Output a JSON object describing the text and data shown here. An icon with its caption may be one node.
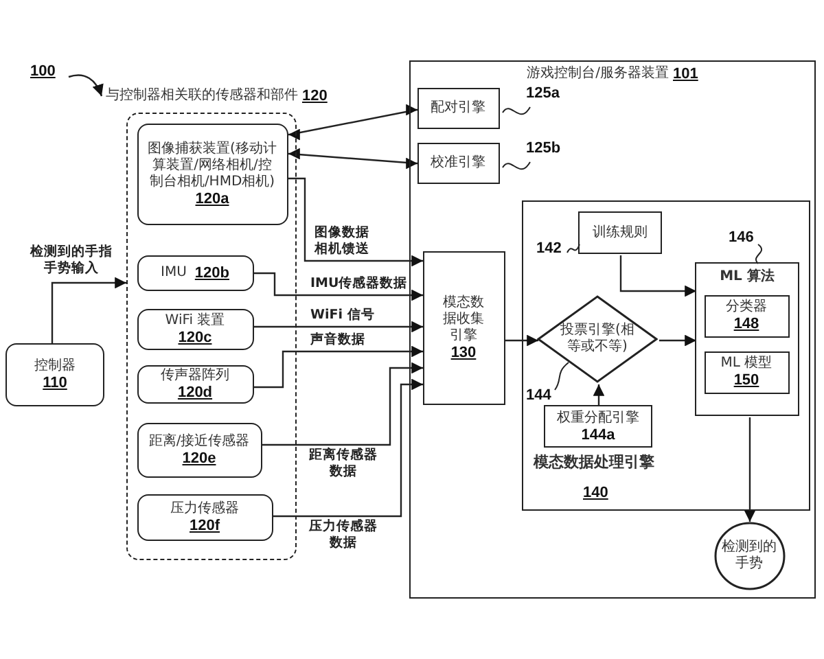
{
  "diagram": {
    "nodes": [
      {
        "text": [
          "与控制器相关联的传感器和部件",
          "120"
        ]
      },
      {
        "text": [
          "图像捕获装置(移动计算装置/网络相机/控制台相机/HMD相机)",
          "120a"
        ],
        "in": 0
      },
      {
        "text": [
          "IMU",
          "120b"
        ],
        "in": 0
      },
      {
        "text": [
          "WiFi 装置",
          "120c"
        ],
        "in": 0
      },
      {
        "text": [
          "传声器阵列",
          "120d"
        ],
        "in": 0
      },
      {
        "text": [
          "距离/接近传感器",
          "120e"
        ],
        "in": 0
      },
      {
        "text": [
          "压力传感器",
          "120f"
        ],
        "in": 0
      },
      {
        "text": [
          "控制器",
          "110"
        ]
      },
      {
        "text": [
          "游戏控制台/服务器装置",
          "101"
        ]
      },
      {
        "text": [
          "配对引擎"
        ],
        "in": 8,
        "beside": [
          "125a"
        ]
      },
      {
        "text": [
          "校准引擎"
        ],
        "in": 8,
        "beside": [
          "125b"
        ]
      },
      {
        "text": [
          "模态数据收集引擎",
          "130"
        ],
        "in": 8
      },
      {
        "text": [
          "模态数据处理引擎",
          "140"
        ],
        "in": 8
      },
      {
        "text": [
          "训练规则"
        ],
        "in": 12,
        "beside": [
          "142"
        ]
      },
      {
        "text": [
          "投票引擎(相等或不等)"
        ],
        "in": 12,
        "beside": [
          "144"
        ]
      },
      {
        "text": [
          "权重分配引擎",
          "144a"
        ],
        "in": 12
      },
      {
        "text": [
          "ML 算法"
        ],
        "in": 12,
        "beside": [
          "146"
        ]
      },
      {
        "text": [
          "分类器",
          "148"
        ],
        "in": 16
      },
      {
        "text": [
          "ML 模型",
          "150"
        ],
        "in": 16
      },
      {
        "text": [
          "检测到的手势"
        ],
        "in": 8
      }
    ],
    "edges": [
      {
        "from": 7,
        "to": 0,
        "arrow": "to",
        "label": "检测到的手指手势输入"
      },
      {
        "from": 1,
        "to": 9,
        "arrow": "both"
      },
      {
        "from": 1,
        "to": 10,
        "arrow": "both"
      },
      {
        "from": 1,
        "to": 11,
        "arrow": "to",
        "label": "图像数据相机馈送"
      },
      {
        "from": 2,
        "to": 11,
        "arrow": "to",
        "label": "IMU传感器数据"
      },
      {
        "from": 3,
        "to": 11,
        "arrow": "to",
        "label": "WiFi 信号"
      },
      {
        "from": 4,
        "to": 11,
        "arrow": "to",
        "label": "声音数据"
      },
      {
        "from": 5,
        "to": 11,
        "arrow": "to",
        "label": "距离传感器数据"
      },
      {
        "from": 6,
        "to": 11,
        "arrow": "to",
        "label": "压力传感器数据"
      },
      {
        "from": 11,
        "to": 14,
        "arrow": "to"
      },
      {
        "from": 14,
        "to": 16,
        "arrow": "to"
      },
      {
        "from": 13,
        "to": 16,
        "arrow": "to"
      },
      {
        "from": 15,
        "to": 14,
        "arrow": "to"
      },
      {
        "from": 16,
        "to": 19,
        "arrow": "to"
      }
    ],
    "labels": [
      "100"
    ]
  }
}
